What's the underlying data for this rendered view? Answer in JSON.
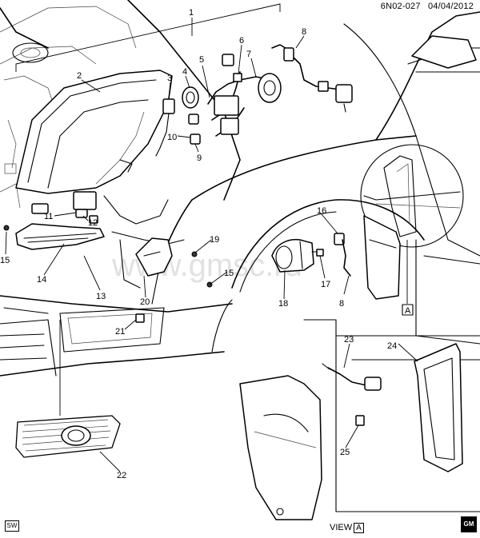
{
  "header": {
    "diagram_code": "6N02-027",
    "date": "04/04/2012"
  },
  "watermark": "www.gmsc.ru",
  "badges": {
    "bottom_left": "SW",
    "bottom_right": "GM"
  },
  "view_label": {
    "text": "VIEW",
    "ref": "A"
  },
  "detail_ref": "A",
  "callouts": [
    "1",
    "2",
    "3",
    "4",
    "5",
    "6",
    "7",
    "8",
    "8",
    "9",
    "10",
    "11",
    "12",
    "13",
    "14",
    "15",
    "15",
    "16",
    "17",
    "18",
    "19",
    "20",
    "21",
    "22",
    "23",
    "24",
    "25"
  ]
}
